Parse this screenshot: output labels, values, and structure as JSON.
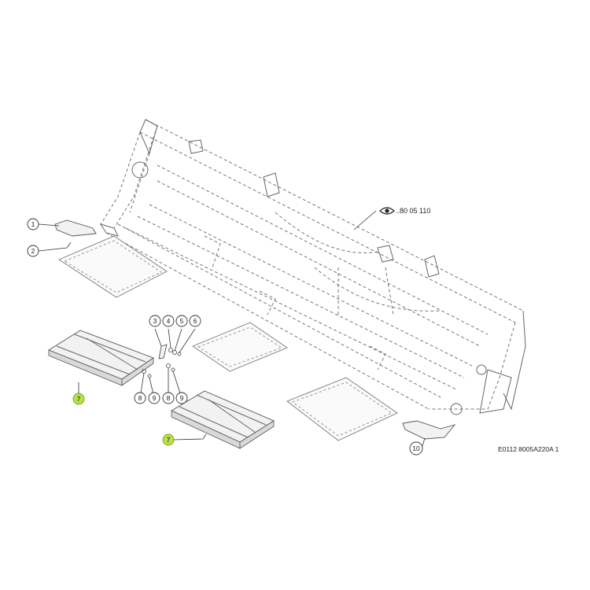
{
  "callouts": [
    {
      "label": "1",
      "highlight": false
    },
    {
      "label": "2",
      "highlight": false
    },
    {
      "label": "3",
      "highlight": false
    },
    {
      "label": "4",
      "highlight": false
    },
    {
      "label": "5",
      "highlight": false
    },
    {
      "label": "6",
      "highlight": false
    },
    {
      "label": "7",
      "highlight": true
    },
    {
      "label": "8",
      "highlight": false
    },
    {
      "label": "9",
      "highlight": false
    },
    {
      "label": "8",
      "highlight": false
    },
    {
      "label": "9",
      "highlight": false
    },
    {
      "label": "7",
      "highlight": true
    },
    {
      "label": "10",
      "highlight": false
    }
  ],
  "reference_text": "..80 05 110",
  "reference_icon": "eye-icon",
  "drawing_code": "E0112 8005A220A 1",
  "colors": {
    "highlight": "#b8e04a",
    "line": "#666666"
  }
}
